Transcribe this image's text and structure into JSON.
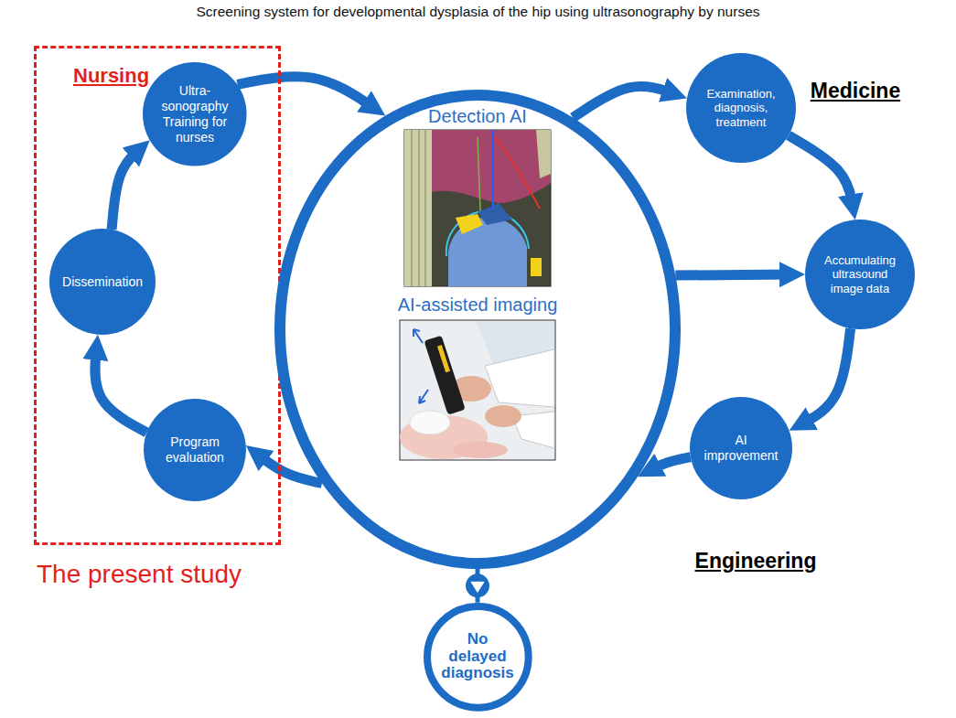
{
  "diagram": {
    "title": "Screening system for developmental dysplasia of the hip using ultrasonography by nurses",
    "nodes": [
      {
        "text": [
          "Nursing",
          "The present study"
        ]
      },
      {
        "text": [
          "Ultra- sonography Training for nurses"
        ],
        "in": 0
      },
      {
        "text": [
          "Dissemination"
        ],
        "in": 0
      },
      {
        "text": [
          "Program evaluation"
        ],
        "in": 0
      },
      {
        "text": [
          "Detection AI",
          "AI-assisted imaging"
        ]
      },
      {
        "text": [
          "Examination, diagnosis, treatment"
        ]
      },
      {
        "text": [
          "Accumulating ultrasound image data"
        ]
      },
      {
        "text": [
          "AI improvement"
        ]
      },
      {
        "text": [
          "No delayed diagnosis"
        ]
      }
    ],
    "edges": [
      {
        "from": 3,
        "to": 2,
        "arrow": "to"
      },
      {
        "from": 2,
        "to": 1,
        "arrow": "to"
      },
      {
        "from": 1,
        "to": 4,
        "arrow": "to"
      },
      {
        "from": 4,
        "to": 5,
        "arrow": "to"
      },
      {
        "from": 5,
        "to": 6,
        "arrow": "to"
      },
      {
        "from": 4,
        "to": 6,
        "arrow": "to"
      },
      {
        "from": 6,
        "to": 7,
        "arrow": "to"
      },
      {
        "from": 7,
        "to": 4,
        "arrow": "to"
      },
      {
        "from": 4,
        "to": 3,
        "arrow": "to"
      },
      {
        "from": 4,
        "to": 8,
        "arrow": "to"
      }
    ],
    "labels": [
      "Medicine",
      "Engineering"
    ]
  }
}
